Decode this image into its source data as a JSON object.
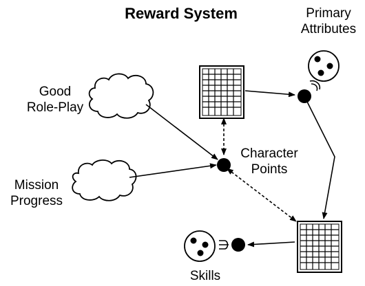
{
  "title": "Reward System",
  "nodes": {
    "good_role_play": {
      "line1": "Good",
      "line2": "Role-Play"
    },
    "mission_progress": {
      "line1": "Mission",
      "line2": "Progress"
    },
    "character_points": {
      "line1": "Character",
      "line2": "Points"
    },
    "primary_attributes": {
      "line1": "Primary",
      "line2": "Attributes"
    },
    "skills": {
      "label": "Skills"
    }
  }
}
